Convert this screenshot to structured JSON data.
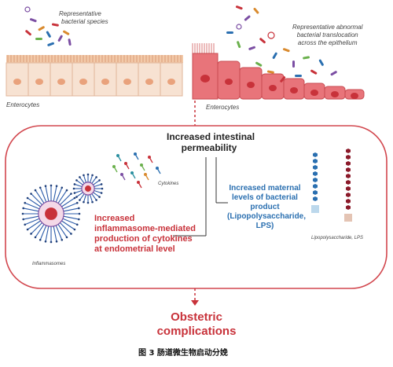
{
  "top_left": {
    "species_label_line1": "Representative",
    "species_label_line2": "bacterial species",
    "enterocytes_label": "Enterocytes"
  },
  "top_right": {
    "translocation_line1": "Representative abnormal",
    "translocation_line2": "bacterial translocation",
    "translocation_line3": "across the epithelium",
    "enterocytes_label": "Enterocytes"
  },
  "center_box": {
    "title_line1": "Increased intestinal",
    "title_line2": "permeability",
    "cytokines_label": "Cytokines",
    "inflammasomes_label": "Inflammasomes",
    "lps_small_label": "Lipopolysaccharide, LPS",
    "left_text_line1": "Increased",
    "left_text_line2": "inflammasome-mediated",
    "left_text_line3": "production of cytokines",
    "left_text_line4": "at endometrial level",
    "right_text_line1": "Increased maternal",
    "right_text_line2": "levels of bacterial",
    "right_text_line3": "product",
    "right_text_line4": "(Lipopolysaccharide,",
    "right_text_line5": "LPS)"
  },
  "outcome": {
    "line1": "Obstetric",
    "line2": "complications"
  },
  "caption": "图 3  肠道微生物启动分娩",
  "colors": {
    "accent_red": "#c8323a",
    "blue": "#2a6fb0",
    "cell_fill": "#f7e2d2",
    "nucleus": "#e9a27c",
    "inflamed_cell": "#e8747a"
  }
}
